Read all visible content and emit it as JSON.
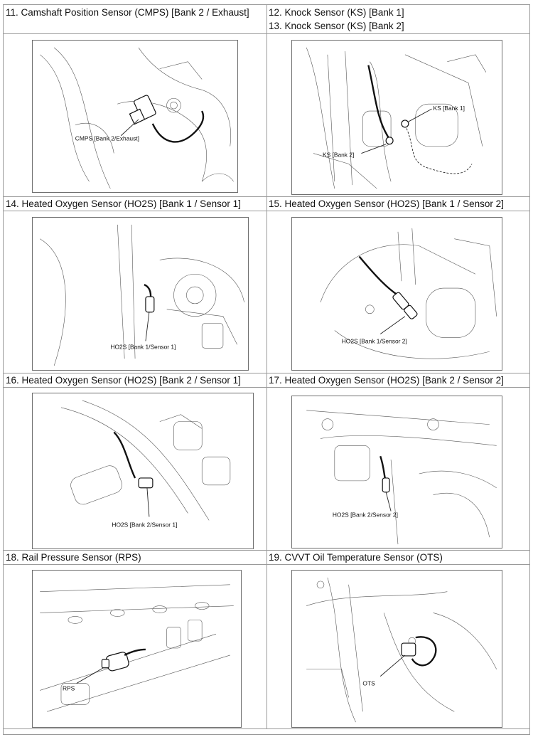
{
  "rows": [
    {
      "left": {
        "titles": [
          "11. Camshaft Position Sensor (CMPS) [Bank 2 / Exhaust]"
        ],
        "label": "CMPS [Bank 2/Exhaust]"
      },
      "right": {
        "titles": [
          "12. Knock Sensor (KS) [Bank 1]",
          "13. Knock Sensor (KS) [Bank 2]"
        ],
        "labels": [
          "KS [Bank 1]",
          "KS [Bank 2]"
        ]
      }
    },
    {
      "left": {
        "titles": [
          "14. Heated Oxygen Sensor (HO2S) [Bank 1 / Sensor 1]"
        ],
        "label": "HO2S [Bank 1/Sensor 1]"
      },
      "right": {
        "titles": [
          "15. Heated Oxygen Sensor (HO2S) [Bank 1 / Sensor 2]"
        ],
        "label": "HO2S [Bank 1/Sensor 2]"
      }
    },
    {
      "left": {
        "titles": [
          "16. Heated Oxygen Sensor (HO2S) [Bank 2 / Sensor 1]"
        ],
        "label": "HO2S [Bank 2/Sensor 1]"
      },
      "right": {
        "titles": [
          "17. Heated Oxygen Sensor (HO2S) [Bank 2 / Sensor 2]"
        ],
        "label": "HO2S [Bank 2/Sensor 2]"
      }
    },
    {
      "left": {
        "titles": [
          "18. Rail Pressure Sensor (RPS)"
        ],
        "label": "RPS"
      },
      "right": {
        "titles": [
          "19. CVVT Oil Temperature Sensor (OTS)"
        ],
        "label": "OTS"
      }
    }
  ]
}
